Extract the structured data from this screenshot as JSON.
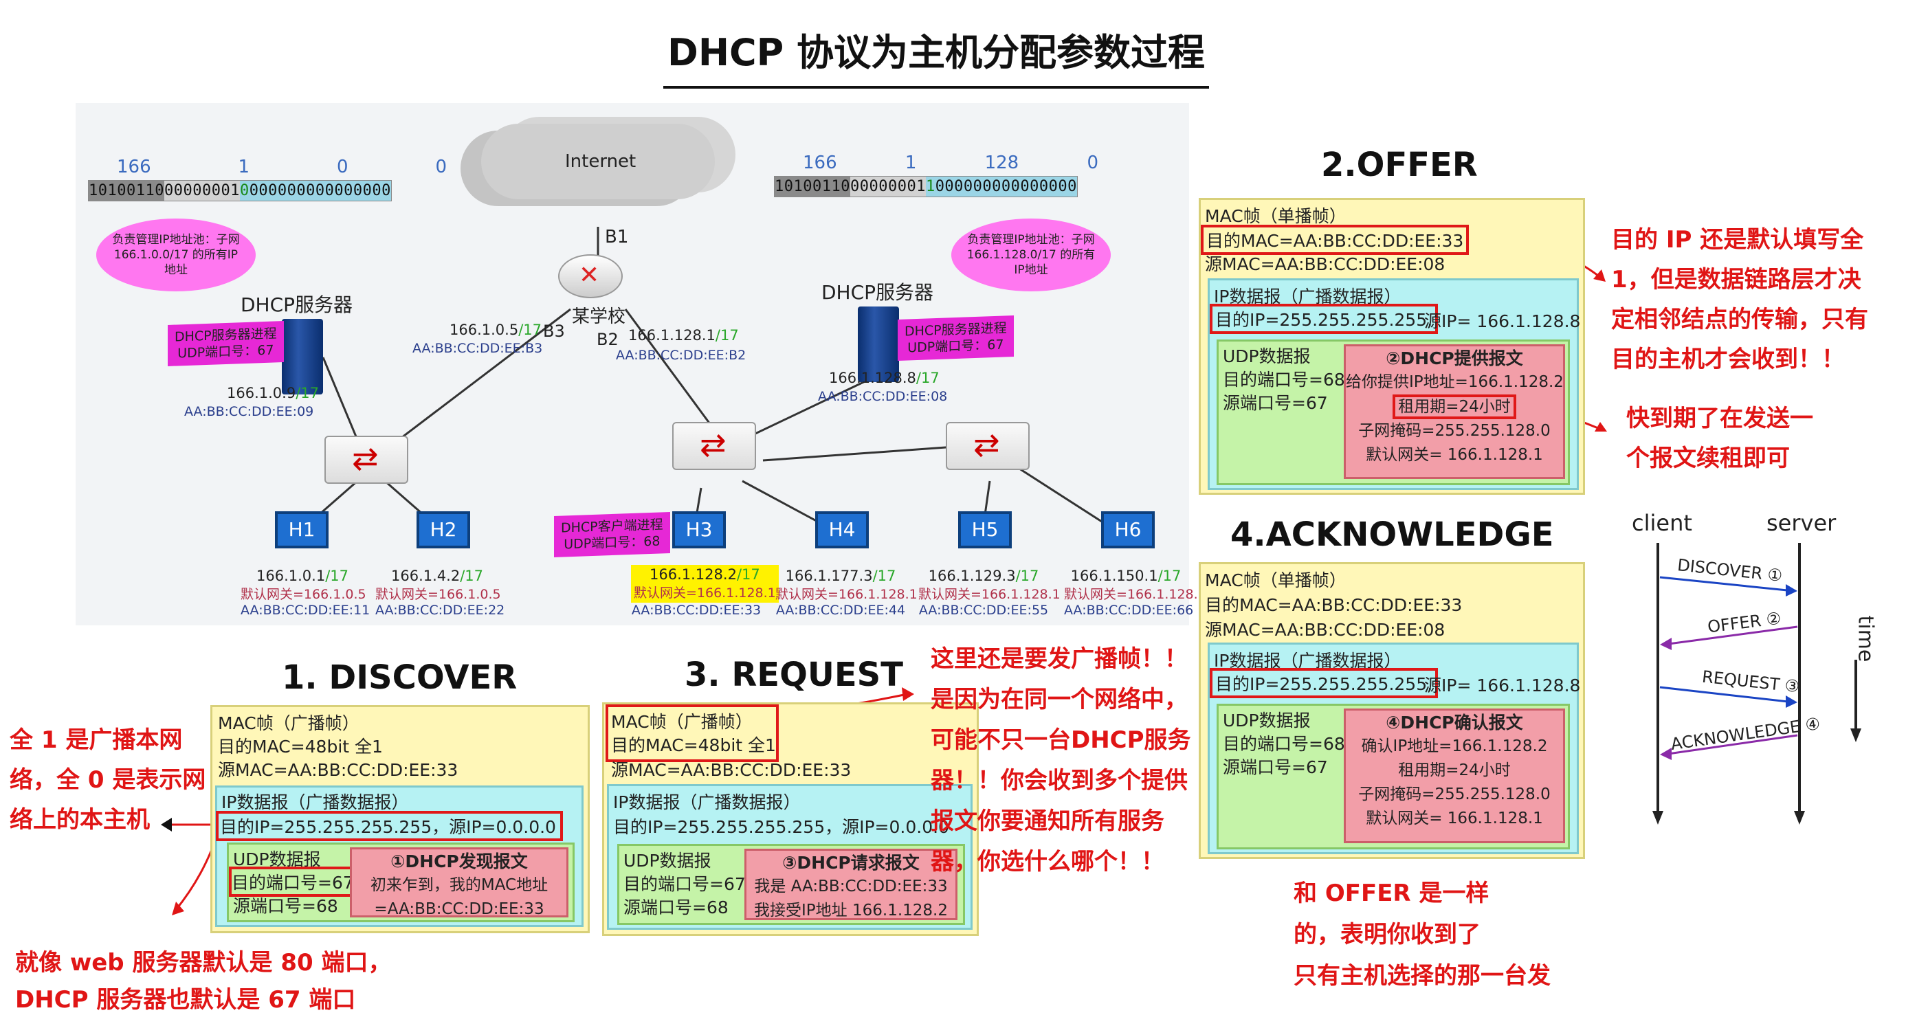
{
  "title": "DHCP 协议为主机分配参数过程",
  "network": {
    "internet": "Internet",
    "router_b1": "B1",
    "router_label": "某学校",
    "b2": "B2",
    "b3": "B3",
    "left_ip_nums": [
      "166",
      "1",
      "0",
      "0"
    ],
    "left_bits": [
      "10100110",
      "00000001",
      "0",
      "0000000",
      "00000000"
    ],
    "right_ip_nums": [
      "166",
      "1",
      "128",
      "0"
    ],
    "right_bits": [
      "10100110",
      "00000001",
      "1",
      "0000000",
      "00000000"
    ],
    "left_pool": "负责管理IP地址池：子网 166.1.0.0/17 的所有IP地址",
    "right_pool": "负责管理IP地址池：子网 166.1.128.0/17 的所有IP地址",
    "left_server_label": "DHCP服务器",
    "right_server_label": "DHCP服务器",
    "left_proc": "DHCP服务器进程\nUDP端口号：67",
    "right_proc": "DHCP服务器进程\nUDP端口号：67",
    "client_proc": "DHCP客户端进程\nUDP端口号：68",
    "left_srv_ip": "166.1.0.9",
    "left_srv_mac": "AA:BB:CC:DD:EE:09",
    "right_srv_ip": "166.1.128.8",
    "right_srv_mac": "AA:BB:CC:DD:EE:08",
    "b3_ip": "166.1.0.5",
    "b3_mac": "AA:BB:CC:DD:EE:B3",
    "b2_ip": "166.1.128.1",
    "b2_mac": "AA:BB:CC:DD:EE:B2",
    "slash": "/17",
    "hosts": [
      {
        "name": "H1",
        "ip": "166.1.0.1",
        "gw": "默认网关=166.1.0.5",
        "mac": "AA:BB:CC:DD:EE:11"
      },
      {
        "name": "H2",
        "ip": "166.1.4.2",
        "gw": "默认网关=166.1.0.5",
        "mac": "AA:BB:CC:DD:EE:22"
      },
      {
        "name": "H3",
        "ip": "166.1.128.2",
        "gw": "默认网关=166.1.128.1",
        "mac": "AA:BB:CC:DD:EE:33"
      },
      {
        "name": "H4",
        "ip": "166.1.177.3",
        "gw": "默认网关=166.1.128.1",
        "mac": "AA:BB:CC:DD:EE:44"
      },
      {
        "name": "H5",
        "ip": "166.1.129.3",
        "gw": "默认网关=166.1.128.1",
        "mac": "AA:BB:CC:DD:EE:55"
      },
      {
        "name": "H6",
        "ip": "166.1.150.1",
        "gw": "默认网关=166.1.128.",
        "mac": "AA:BB:CC:DD:EE:66"
      }
    ]
  },
  "discover": {
    "heading": "1. DISCOVER",
    "mac": "MAC帧（广播帧）",
    "dst_mac": "目的MAC=48bit 全1",
    "src_mac": "源MAC=AA:BB:CC:DD:EE:33",
    "ip": "IP数据报（广播数据报）",
    "ip_line": "目的IP=255.255.255.255，源IP=0.0.0.0",
    "udp": "UDP数据报",
    "dport": "目的端口号=67",
    "sport": "源端口号=68",
    "msg_title": "①DHCP发现报文",
    "msg1": "初来乍到，我的MAC地址",
    "msg2": "=AA:BB:CC:DD:EE:33"
  },
  "request": {
    "heading": "3. REQUEST",
    "mac": "MAC帧（广播帧）",
    "dst_mac": "目的MAC=48bit 全1",
    "src_mac": "源MAC=AA:BB:CC:DD:EE:33",
    "ip": "IP数据报（广播数据报）",
    "ip_line": "目的IP=255.255.255.255，源IP=0.0.0.0",
    "udp": "UDP数据报",
    "dport": "目的端口号=67",
    "sport": "源端口号=68",
    "msg_title": "③DHCP请求报文",
    "msg1": "我是 AA:BB:CC:DD:EE:33",
    "msg2": "我接受IP地址 166.1.128.2"
  },
  "offer": {
    "heading": "2.OFFER",
    "mac": "MAC帧（单播帧）",
    "dst_mac": "目的MAC=AA:BB:CC:DD:EE:33",
    "src_mac": "源MAC=AA:BB:CC:DD:EE:08",
    "ip": "IP数据报（广播数据报）",
    "dst_ip": "目的IP=255.255.255.255,",
    "src_ip": "源IP= 166.1.128.8",
    "udp": "UDP数据报",
    "dport": "目的端口号=68",
    "sport": "源端口号=67",
    "msg_title": "②DHCP提供报文",
    "msg1": "给你提供IP地址=166.1.128.2",
    "msg2": "租用期=24小时",
    "msg3": "子网掩码=255.255.128.0",
    "msg4": "默认网关= 166.1.128.1"
  },
  "ack": {
    "heading": "4.ACKNOWLEDGE",
    "mac": "MAC帧（单播帧）",
    "dst_mac": "目的MAC=AA:BB:CC:DD:EE:33",
    "src_mac": "源MAC=AA:BB:CC:DD:EE:08",
    "ip": "IP数据报（广播数据报）",
    "dst_ip": "目的IP=255.255.255.255,",
    "src_ip": "源IP= 166.1.128.8",
    "udp": "UDP数据报",
    "dport": "目的端口号=68",
    "sport": "源端口号=67",
    "msg_title": "④DHCP确认报文",
    "msg1": "确认IP地址=166.1.128.2",
    "msg2": "租用期=24小时",
    "msg3": "子网掩码=255.255.128.0",
    "msg4": "默认网关= 166.1.128.1"
  },
  "notes": {
    "left1": "全 1 是广播本网",
    "left2": "络，全 0 是表示网",
    "left3": "络上的本主机",
    "bottom1": "就像 web 服务器默认是 80 端口，",
    "bottom2": "DHCP 服务器也默认是 67 端口",
    "req1": "这里还是要发广播帧！！",
    "req2": "是因为在同一个网络中，",
    "req3": "可能不只一台DHCP服务",
    "req4": "器！！你会收到多个提供",
    "req5": "报文你要通知所有服务",
    "req6": "器，你选什么哪个！！",
    "offer1": "目的 IP 还是默认填写全",
    "offer2": "1，但是数据链路层才决",
    "offer3": "定相邻结点的传输，只有",
    "offer4": "目的主机才会收到！！",
    "lease1": "快到期了在发送一",
    "lease2": "个报文续租即可",
    "ack1": "和 OFFER 是一样",
    "ack2": "的，表明你收到了",
    "ack3": "只有主机选择的那一台发"
  },
  "seq": {
    "client": "client",
    "server": "server",
    "time": "time",
    "m1": "DISCOVER ①",
    "m2": "OFFER ②",
    "m3": "REQUEST ③",
    "m4": "ACKNOWLEDGE ④"
  }
}
